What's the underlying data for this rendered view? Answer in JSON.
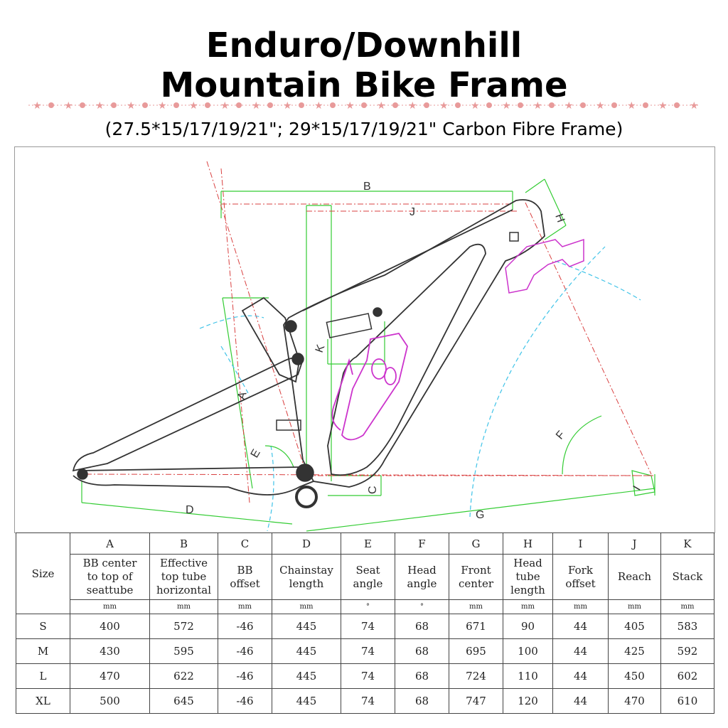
{
  "header": {
    "title_line1": "Enduro/Downhill",
    "title_line2": "Mountain Bike Frame",
    "subtitle": "(27.5*15/17/19/21\"; 29*15/17/19/21\" Carbon Fibre Frame)"
  },
  "colors": {
    "frame": "#333333",
    "dimension_green": "#33cc33",
    "dimension_red": "#d94040",
    "arc_cyan": "#3fc3e8",
    "accessory_magenta": "#cc33cc",
    "divider_pink": "#e89a9a"
  },
  "diagram": {
    "labels": {
      "A": "A",
      "B": "B",
      "C": "C",
      "D": "D",
      "E": "E",
      "F": "F",
      "G": "G",
      "H": "H",
      "I": "I",
      "J": "J",
      "K": "K"
    }
  },
  "table": {
    "size_header": "Size",
    "columns": [
      {
        "letter": "A",
        "name": [
          "BB center",
          "to top of",
          "seattube"
        ],
        "unit": "mm"
      },
      {
        "letter": "B",
        "name": [
          "Effective",
          "top tube",
          "horizontal"
        ],
        "unit": "mm"
      },
      {
        "letter": "C",
        "name": [
          "BB",
          "offset"
        ],
        "unit": "mm"
      },
      {
        "letter": "D",
        "name": [
          "Chainstay",
          "length"
        ],
        "unit": "mm"
      },
      {
        "letter": "E",
        "name": [
          "Seat",
          "angle"
        ],
        "unit": "°"
      },
      {
        "letter": "F",
        "name": [
          "Head",
          "angle"
        ],
        "unit": "°"
      },
      {
        "letter": "G",
        "name": [
          "Front",
          "center"
        ],
        "unit": "mm"
      },
      {
        "letter": "H",
        "name": [
          "Head",
          "tube",
          "length"
        ],
        "unit": "mm"
      },
      {
        "letter": "I",
        "name": [
          "Fork",
          "offset"
        ],
        "unit": "mm"
      },
      {
        "letter": "J",
        "name": [
          "Reach"
        ],
        "unit": "mm"
      },
      {
        "letter": "K",
        "name": [
          "Stack"
        ],
        "unit": "mm"
      }
    ],
    "rows": [
      {
        "size": "S",
        "values": [
          "400",
          "572",
          "-46",
          "445",
          "74",
          "68",
          "671",
          "90",
          "44",
          "405",
          "583"
        ]
      },
      {
        "size": "M",
        "values": [
          "430",
          "595",
          "-46",
          "445",
          "74",
          "68",
          "695",
          "100",
          "44",
          "425",
          "592"
        ]
      },
      {
        "size": "L",
        "values": [
          "470",
          "622",
          "-46",
          "445",
          "74",
          "68",
          "724",
          "110",
          "44",
          "450",
          "602"
        ]
      },
      {
        "size": "XL",
        "values": [
          "500",
          "645",
          "-46",
          "445",
          "74",
          "68",
          "747",
          "120",
          "44",
          "470",
          "610"
        ]
      }
    ]
  }
}
